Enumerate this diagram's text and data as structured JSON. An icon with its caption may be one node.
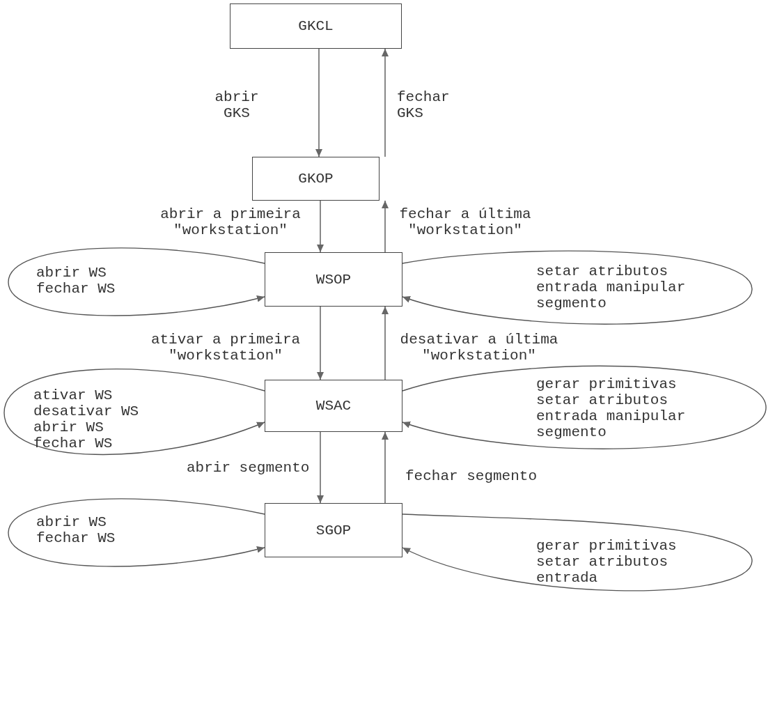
{
  "diagram": {
    "nodes": [
      {
        "text": [
          "GKCL"
        ]
      },
      {
        "text": [
          "GKOP"
        ]
      },
      {
        "text": [
          "WSOP"
        ]
      },
      {
        "text": [
          "WSAC"
        ]
      },
      {
        "text": [
          "SGOP"
        ]
      }
    ],
    "edges": [
      {
        "from": 0,
        "to": 1,
        "arrow": "to",
        "label": "abrir GKS"
      },
      {
        "from": 1,
        "to": 0,
        "arrow": "to",
        "label": "fechar GKS"
      },
      {
        "from": 1,
        "to": 2,
        "arrow": "to",
        "label": "abrir a primeira \"workstation\""
      },
      {
        "from": 2,
        "to": 1,
        "arrow": "to",
        "label": "fechar a última \"workstation\""
      },
      {
        "from": 2,
        "to": 3,
        "arrow": "to",
        "label": "ativar a primeira \"workstation\""
      },
      {
        "from": 3,
        "to": 2,
        "arrow": "to",
        "label": "desativar a última \"workstation\""
      },
      {
        "from": 3,
        "to": 4,
        "arrow": "to",
        "label": "abrir segmento"
      },
      {
        "from": 4,
        "to": 3,
        "arrow": "to",
        "label": "fechar segmento"
      },
      {
        "from": 2,
        "to": 2,
        "arrow": "to",
        "label": "abrir WS fechar WS"
      },
      {
        "from": 2,
        "to": 2,
        "arrow": "to",
        "label": "setar atributos entrada manipular segmento"
      },
      {
        "from": 3,
        "to": 3,
        "arrow": "to",
        "label": "ativar WS desativar WS abrir WS fechar WS"
      },
      {
        "from": 3,
        "to": 3,
        "arrow": "to",
        "label": "gerar primitivas setar atributos entrada manipular segmento"
      },
      {
        "from": 4,
        "to": 4,
        "arrow": "to",
        "label": "abrir WS fechar WS"
      },
      {
        "from": 4,
        "to": 4,
        "arrow": "to",
        "label": "gerar primitivas setar atributos entrada"
      }
    ]
  }
}
